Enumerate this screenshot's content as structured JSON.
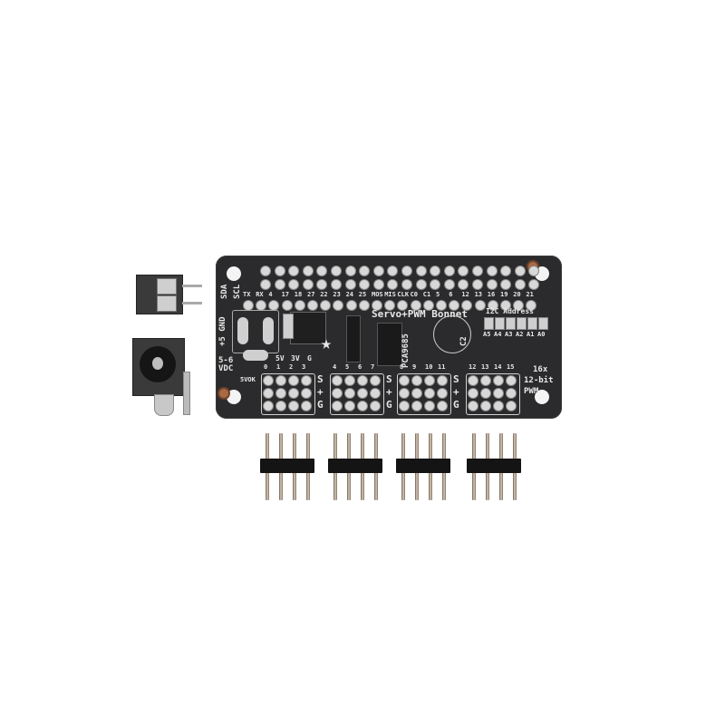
{
  "product": {
    "name": "Servo+PWM Bonnet",
    "chip_label": "PCA9685",
    "capacitor_label": "C2",
    "feature_text": [
      "16x",
      "12-bit",
      "PWM"
    ],
    "i2c_label": "I2C Address",
    "address_jumpers": [
      "A5",
      "A4",
      "A3",
      "A2",
      "A1",
      "A0"
    ]
  },
  "gpio_labels": [
    "SDA",
    "SCL",
    "TX",
    "RX",
    "4",
    "17",
    "18",
    "27",
    "22",
    "23",
    "24",
    "25",
    "MOS",
    "MIS",
    "CLK",
    "C0",
    "C1",
    "5",
    "6",
    "12",
    "13",
    "16",
    "19",
    "20",
    "21"
  ],
  "power": {
    "terminal_label": "+5 GND",
    "input_label": "5-6 VDC",
    "ok_label": "5VOK",
    "rail_labels": [
      "5V",
      "3V",
      "G"
    ]
  },
  "servo_groups": [
    {
      "channels": [
        "0",
        "1",
        "2",
        "3"
      ]
    },
    {
      "channels": [
        "4",
        "5",
        "6",
        "7"
      ]
    },
    {
      "channels": [
        "8",
        "9",
        "10",
        "11"
      ]
    },
    {
      "channels": [
        "12",
        "13",
        "14",
        "15"
      ]
    }
  ],
  "row_labels": [
    "S",
    "+",
    "G"
  ],
  "loose_parts": {
    "terminal_block": "2-pin screw terminal",
    "dc_jack": "DC barrel jack",
    "headers": 4,
    "pins_per_header": 4
  },
  "colors": {
    "board": "#2b2b2d",
    "silkscreen": "#e8e8e8",
    "copper": "#a86a45",
    "background": "#ffffff"
  }
}
